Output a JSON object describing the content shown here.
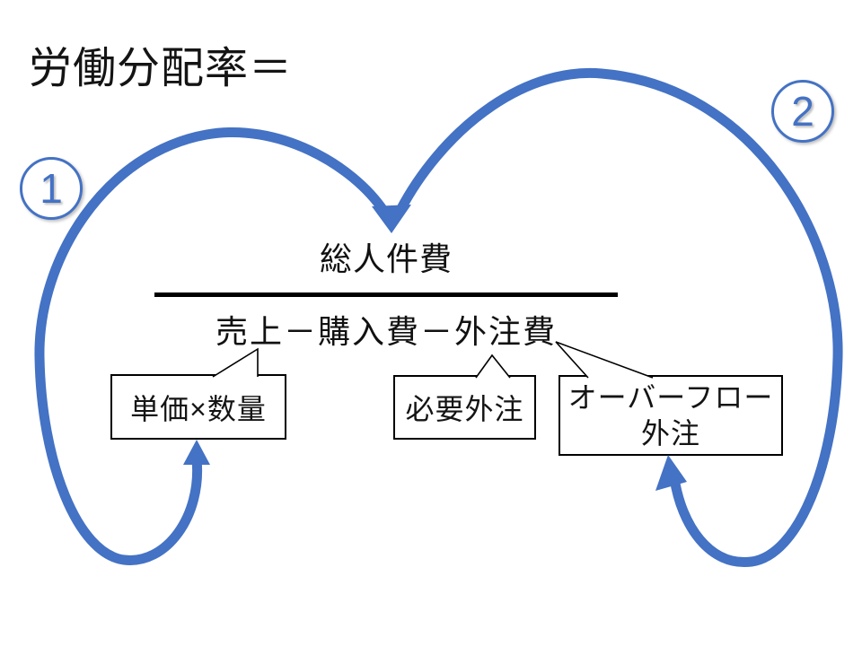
{
  "slide": {
    "title": "労働分配率＝",
    "formula": {
      "numerator": "総人件費",
      "denominator": "売上－購入費－外注費"
    },
    "badges": [
      {
        "label": "1"
      },
      {
        "label": "2"
      }
    ],
    "callouts": [
      {
        "label": "単価×数量"
      },
      {
        "label": "必要外注"
      },
      {
        "lines": [
          "オーバーフロー",
          "外注"
        ]
      }
    ],
    "colors": {
      "accent_blue": "#4472C4",
      "line_black": "#000000"
    }
  }
}
